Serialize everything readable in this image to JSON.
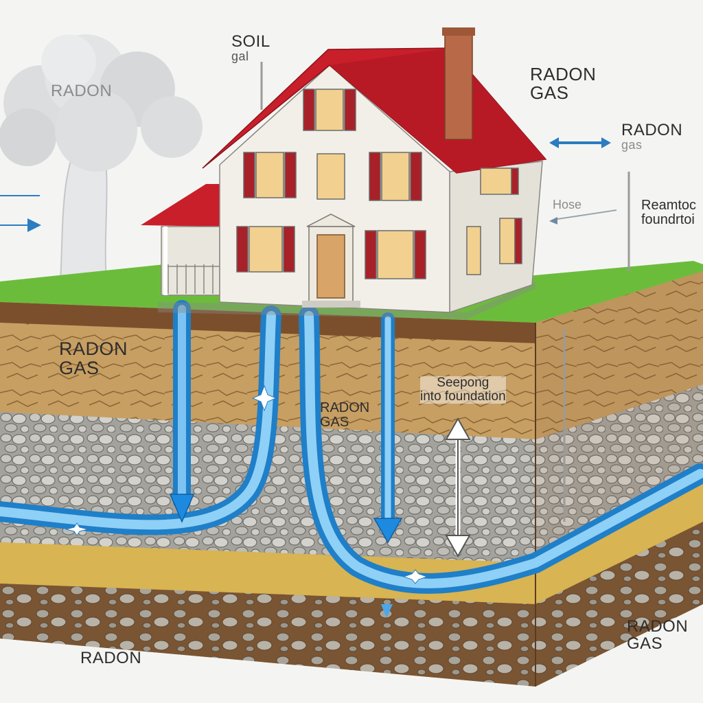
{
  "labels": {
    "cloud": "RADON",
    "soil_gas": [
      "SOIL",
      "gal"
    ],
    "radon_gas_top": [
      "RADON",
      "GAS"
    ],
    "radon_gas_right": [
      "RADON",
      "gas"
    ],
    "house_faint": "Hose",
    "radon_foundation": [
      "Reamtoc",
      "foundrtoi"
    ],
    "radon_gas_left": [
      "RADON",
      "GAS"
    ],
    "radon_gas_mid": [
      "RADON",
      "GAS"
    ],
    "seeping": [
      "Seepong",
      "into foundation"
    ],
    "radon_bottom": "RADON",
    "radon_gas_bottom_right": [
      "RADON",
      "GAS"
    ]
  },
  "colors": {
    "sky": "#f4f5f3",
    "cloud": "#d9dbdc",
    "grass": "#6cbc3c",
    "roof": "#c81f2a",
    "house_wall": "#f1efe8",
    "shutter": "#a82128",
    "chimney": "#b86a48",
    "soil_brown": "#8a5a35",
    "soil_sand": "#c9a36a",
    "gravel": "#9b9a94",
    "sand_yellow": "#d8b452",
    "pipe_blue": "#2e96e0",
    "arrow_blue": "#2b7cc0"
  },
  "icons": [
    "radon-cloud-icon",
    "house-icon",
    "chimney-icon",
    "pipe-icon",
    "arrow-icon",
    "sparkle-icon"
  ]
}
